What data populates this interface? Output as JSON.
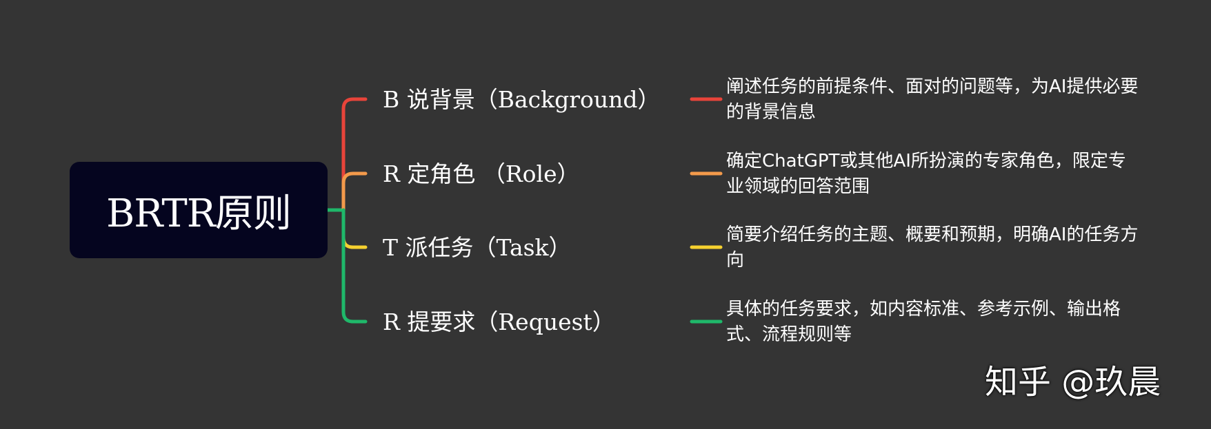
{
  "root": {
    "label": "BRTR原则"
  },
  "branches": [
    {
      "label": "B 说背景（Background）",
      "description": "阐述任务的前提条件、面对的问题等，为AI提供必要的背景信息",
      "color": "#e8443a"
    },
    {
      "label": "R 定角色 （Role）",
      "description": "确定ChatGPT或其他AI所扮演的专家角色，限定专业领域的回答范围",
      "color": "#f39a4b"
    },
    {
      "label": "T 派任务（Task）",
      "description": "简要介绍任务的主题、概要和预期，明确AI的任务方向",
      "color": "#f5d02f"
    },
    {
      "label": "R 提要求（Request）",
      "description": "具体的任务要求，如内容标准、参考示例、输出格式、流程规则等",
      "color": "#1fb86a"
    }
  ],
  "trunk_color": "#1fb86a",
  "watermark": "知乎 @玖晨"
}
